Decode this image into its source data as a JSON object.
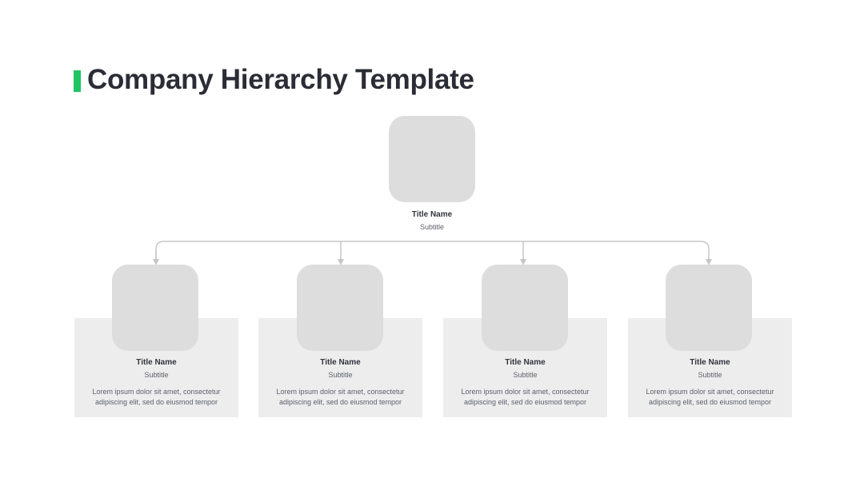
{
  "page": {
    "title": "Company Hierarchy Template",
    "accent_color": "#20c463"
  },
  "top_node": {
    "title": "Title Name",
    "subtitle": "Subtitle"
  },
  "child_nodes": [
    {
      "title": "Title Name",
      "subtitle": "Subtitle",
      "description": "Lorem ipsum dolor sit amet, consectetur adipiscing elit, sed do eiusmod tempor"
    },
    {
      "title": "Title Name",
      "subtitle": "Subtitle",
      "description": "Lorem ipsum dolor sit amet, consectetur adipiscing elit, sed do eiusmod tempor"
    },
    {
      "title": "Title Name",
      "subtitle": "Subtitle",
      "description": "Lorem ipsum dolor sit amet, consectetur adipiscing elit, sed do eiusmod tempor"
    },
    {
      "title": "Title Name",
      "subtitle": "Subtitle",
      "description": "Lorem ipsum dolor sit amet, consectetur adipiscing elit, sed do eiusmod tempor"
    }
  ]
}
